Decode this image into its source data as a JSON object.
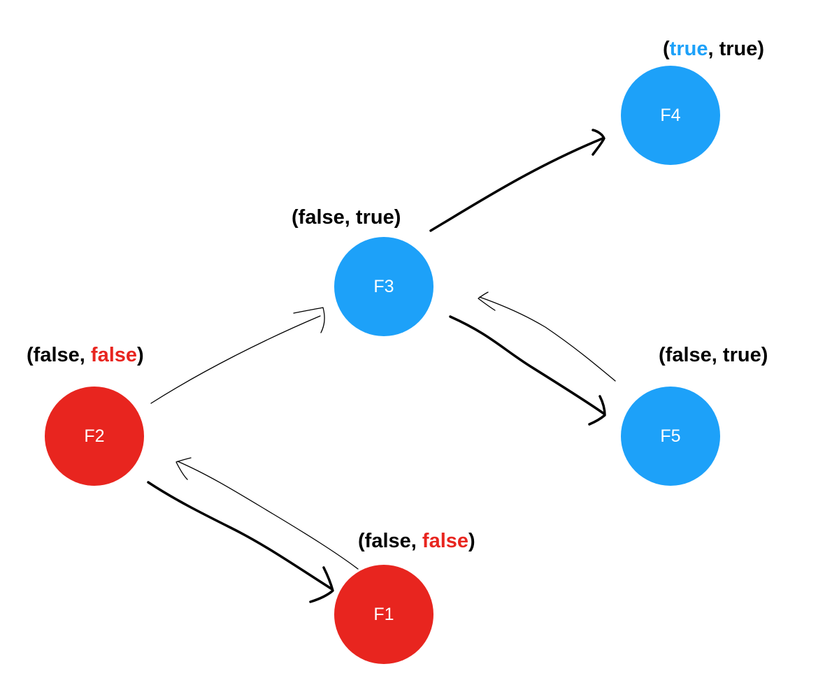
{
  "colors": {
    "true_node": "#1da1f9",
    "false_node": "#e8251f",
    "true_text": "#1da1f9",
    "false_text": "#e8251f",
    "text": "#000000"
  },
  "nodes": [
    {
      "id": "F1",
      "label": "F1",
      "state": "false"
    },
    {
      "id": "F2",
      "label": "F2",
      "state": "false"
    },
    {
      "id": "F3",
      "label": "F3",
      "state": "true"
    },
    {
      "id": "F4",
      "label": "F4",
      "state": "true"
    },
    {
      "id": "F5",
      "label": "F5",
      "state": "true"
    }
  ],
  "node_labels": {
    "F1": {
      "open": "(",
      "first": "false",
      "sep": ", ",
      "second": "false",
      "close": ")"
    },
    "F2": {
      "open": "(",
      "first": "false",
      "sep": ", ",
      "second": "false",
      "close": ")"
    },
    "F3": {
      "open": "(",
      "first": "false",
      "sep": ", ",
      "second": "true",
      "close": ")"
    },
    "F4": {
      "open": "(",
      "first": "true",
      "sep": ", ",
      "second": "true",
      "close": ")"
    },
    "F5": {
      "open": "(",
      "first": "false",
      "sep": ", ",
      "second": "true",
      "close": ")"
    }
  },
  "edges": [
    {
      "from": "F2",
      "to": "F3",
      "style": "thin"
    },
    {
      "from": "F3",
      "to": "F4",
      "style": "thick"
    },
    {
      "from": "F3",
      "to": "F5",
      "style": "thick"
    },
    {
      "from": "F5",
      "to": "F3",
      "style": "thin"
    },
    {
      "from": "F2",
      "to": "F1",
      "style": "thick"
    },
    {
      "from": "F1",
      "to": "F2",
      "style": "thin"
    }
  ]
}
